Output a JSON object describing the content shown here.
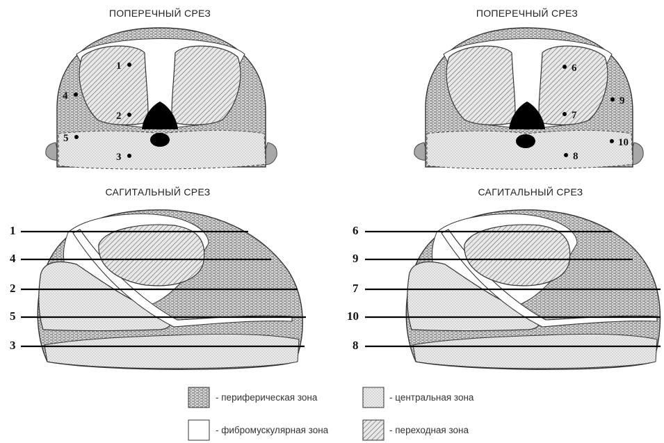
{
  "transverse_left": {
    "title": "ПОПЕРЕЧНЫЙ СРЕЗ",
    "points": [
      "1",
      "4",
      "2",
      "5",
      "3"
    ]
  },
  "transverse_right": {
    "title": "ПОПЕРЕЧНЫЙ СРЕЗ",
    "points": [
      "6",
      "9",
      "7",
      "10",
      "8"
    ]
  },
  "sagittal_left": {
    "title": "САГИТАЛЬНЫЙ СРЕЗ",
    "lines": [
      "1",
      "4",
      "2",
      "5",
      "3"
    ]
  },
  "sagittal_right": {
    "title": "САГИТАЛЬНЫЙ СРЕЗ",
    "lines": [
      "6",
      "9",
      "7",
      "10",
      "8"
    ]
  },
  "legend": {
    "peripheral": "- периферическая зона",
    "central": "- центральная зона",
    "fibromuscular": "- фибромускулярная зона",
    "transitional": "- переходная зона"
  },
  "colors": {
    "outline": "#333333",
    "peripheral_fill": "#d4d4d4",
    "central_fill": "#e6e6e6",
    "transitional_fill": "#dcdcdc",
    "urethra": "#000000"
  }
}
